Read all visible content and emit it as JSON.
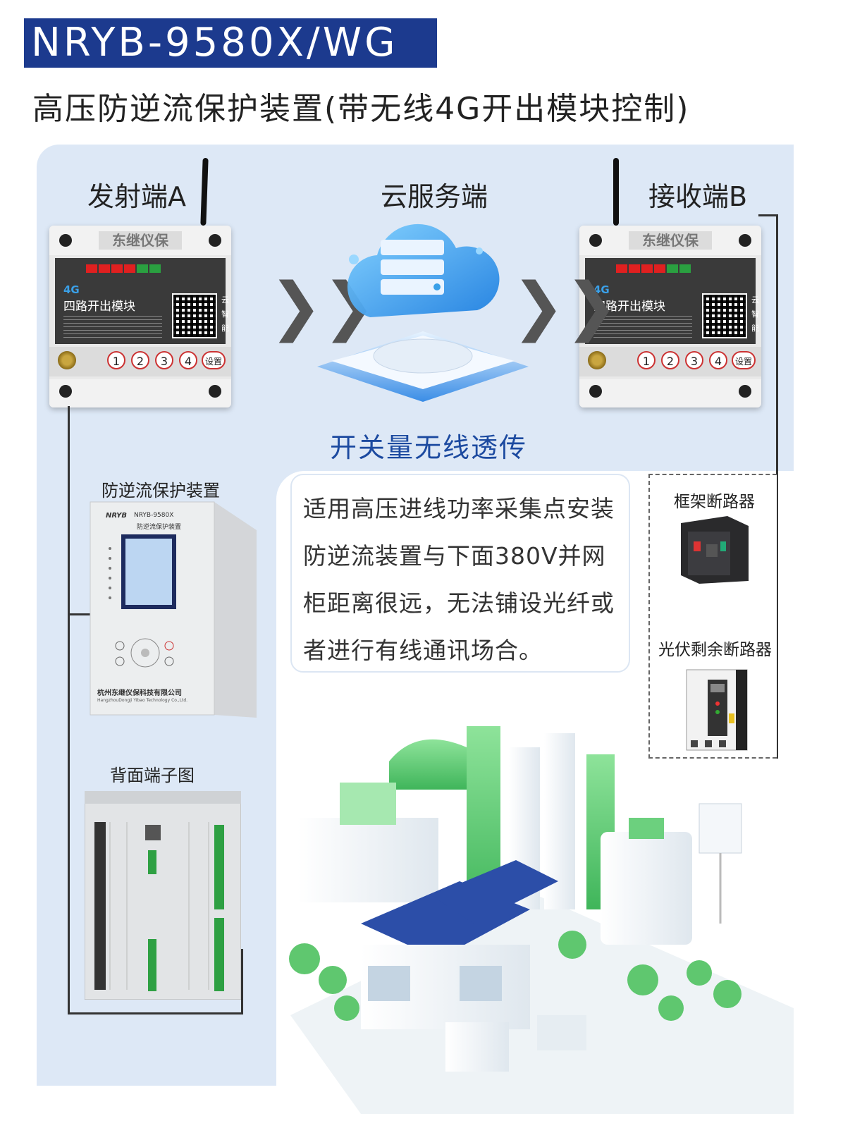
{
  "header": {
    "model": "NRYB-9580X/WG",
    "subtitle": "高压防逆流保护装置(带无线4G开出模块控制)"
  },
  "diagram": {
    "sender_label": "发射端A",
    "cloud_label": "云服务端",
    "receiver_label": "接收端B",
    "transfer_label": "开关量无线透传",
    "protector_label": "防逆流保护装置",
    "terminal_label": "背面端子图",
    "breaker_frame_label": "框架断路器",
    "breaker_pv_label": "光伏剩余断路器"
  },
  "module": {
    "brand": "东继仪保",
    "tag_4g": "4G",
    "name": "四路开出模块",
    "side_text": [
      "云",
      "智",
      "能"
    ],
    "buttons": [
      "1",
      "2",
      "3",
      "4",
      "设置"
    ]
  },
  "protector": {
    "brand": "NRYB",
    "model": "NRYB-9580X",
    "name": "防逆流保护装置",
    "company": "杭州东继仪保科技有限公司",
    "company_en": "HangzhouDongji Yibao Technology Co.,Ltd."
  },
  "description": [
    "适用高压进线功率采集点安装",
    "防逆流装置与下面380V并网",
    "柜距离很远，无法铺设光纤或",
    "者进行有线通讯场合。"
  ],
  "colors": {
    "header_bg": "#1c3a8e",
    "panel_bg": "#dde8f6",
    "accent_blue": "#1c4aa0"
  }
}
